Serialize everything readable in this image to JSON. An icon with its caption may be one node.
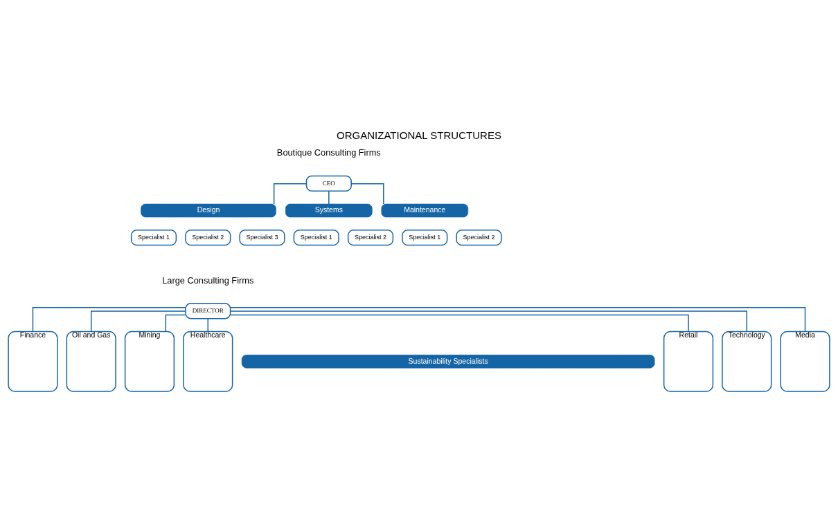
{
  "diagram": {
    "title": "ORGANIZATIONAL STRUCTURES",
    "nodes": [
      {
        "text": [
          "CEO"
        ]
      },
      {
        "text": [
          "Design"
        ]
      },
      {
        "text": [
          "Systems"
        ]
      },
      {
        "text": [
          "Maintenance"
        ]
      },
      {
        "text": [
          "Specialist 1"
        ]
      },
      {
        "text": [
          "Specialist 2"
        ]
      },
      {
        "text": [
          "Specialist 3"
        ]
      },
      {
        "text": [
          "Specialist 1"
        ]
      },
      {
        "text": [
          "Specialist 2"
        ]
      },
      {
        "text": [
          "Specialist 1"
        ]
      },
      {
        "text": [
          "Specialist 2"
        ]
      },
      {
        "text": [
          "DIRECTOR"
        ]
      },
      {
        "text": [
          "Finance"
        ]
      },
      {
        "text": [
          "Oil and Gas"
        ]
      },
      {
        "text": [
          "Mining"
        ]
      },
      {
        "text": [
          "Healthcare"
        ]
      },
      {
        "text": [
          "Retail"
        ]
      },
      {
        "text": [
          "Technology"
        ]
      },
      {
        "text": [
          "Media"
        ]
      },
      {
        "text": [
          "Sustainability Specialists"
        ]
      }
    ],
    "edges": [
      {
        "from": 0,
        "to": 1,
        "arrow": "none"
      },
      {
        "from": 0,
        "to": 2,
        "arrow": "none"
      },
      {
        "from": 0,
        "to": 3,
        "arrow": "none"
      },
      {
        "from": 11,
        "to": 12,
        "arrow": "none"
      },
      {
        "from": 11,
        "to": 13,
        "arrow": "none"
      },
      {
        "from": 11,
        "to": 14,
        "arrow": "none"
      },
      {
        "from": 11,
        "to": 15,
        "arrow": "none"
      },
      {
        "from": 11,
        "to": 16,
        "arrow": "none"
      },
      {
        "from": 11,
        "to": 17,
        "arrow": "none"
      },
      {
        "from": 11,
        "to": 18,
        "arrow": "none"
      }
    ],
    "labels": [
      "Boutique Consulting Firms",
      "Large Consulting Firms"
    ]
  }
}
